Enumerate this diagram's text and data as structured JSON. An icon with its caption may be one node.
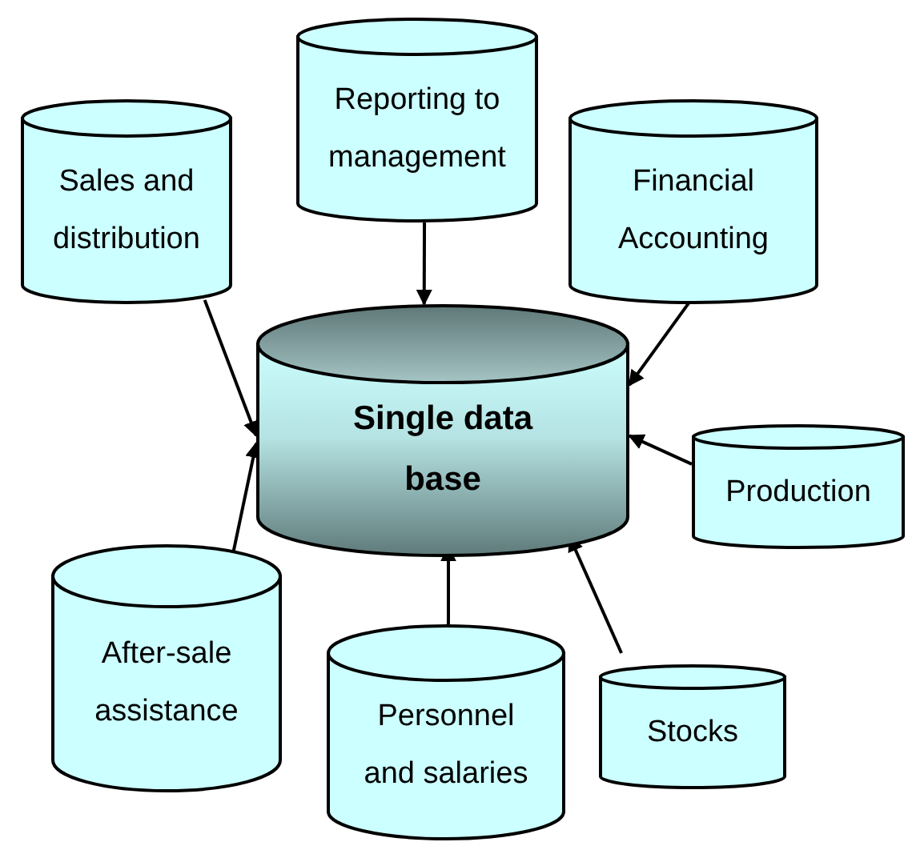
{
  "diagram": {
    "nodes": [
      {
        "text": [
          "Reporting to management"
        ]
      },
      {
        "text": [
          "Sales and distribution"
        ]
      },
      {
        "text": [
          "Financial Accounting"
        ]
      },
      {
        "text": [
          "Single data base"
        ]
      },
      {
        "text": [
          "Production"
        ]
      },
      {
        "text": [
          "After-sale assistance"
        ]
      },
      {
        "text": [
          "Personnel and salaries"
        ]
      },
      {
        "text": [
          "Stocks"
        ]
      }
    ],
    "edges": [
      {
        "from": 0,
        "to": 3,
        "arrow": "to"
      },
      {
        "from": 1,
        "to": 3,
        "arrow": "to"
      },
      {
        "from": 2,
        "to": 3,
        "arrow": "to"
      },
      {
        "from": 4,
        "to": 3,
        "arrow": "to"
      },
      {
        "from": 5,
        "to": 3,
        "arrow": "to"
      },
      {
        "from": 6,
        "to": 3,
        "arrow": "to"
      },
      {
        "from": 7,
        "to": 3,
        "arrow": "to"
      }
    ]
  }
}
